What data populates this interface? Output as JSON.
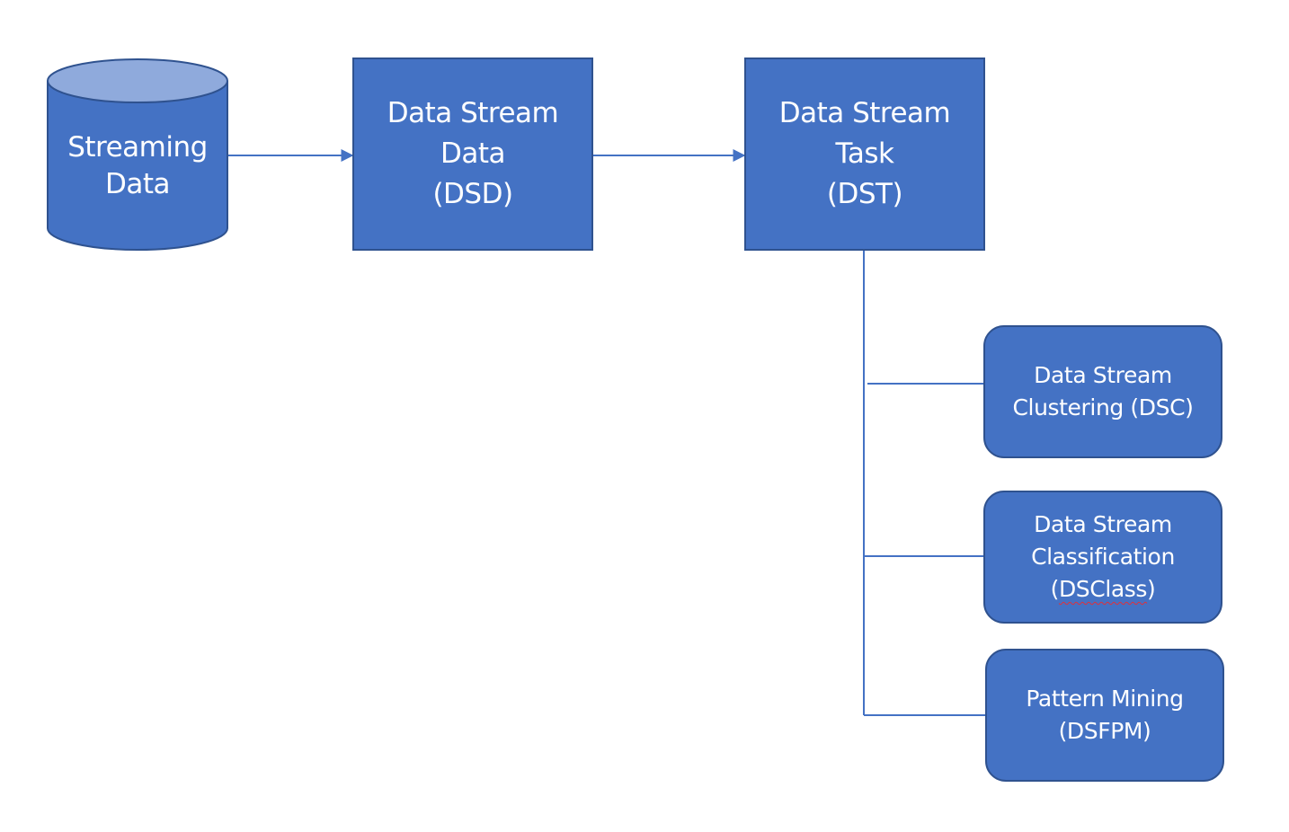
{
  "colors": {
    "fill": "#4472c4",
    "stroke": "#2f528f",
    "cylinder_top": "#8faadc",
    "connector": "#4472c4",
    "text": "#ffffff"
  },
  "nodes": {
    "streaming_data": {
      "line1": "Streaming",
      "line2": "Data"
    },
    "dsd": {
      "line1": "Data Stream",
      "line2": "Data",
      "line3": "(DSD)"
    },
    "dst": {
      "line1": "Data Stream",
      "line2": "Task",
      "line3": "(DST)"
    },
    "dsc": {
      "line1": "Data Stream",
      "line2": "Clustering (DSC)"
    },
    "dsclass": {
      "line1": "Data Stream",
      "line2": "Classification",
      "line3_open": "(",
      "line3_word": "DSClass",
      "line3_close": ")"
    },
    "dsfpm": {
      "line1": "Pattern Mining",
      "line2": "(DSFPM)"
    }
  }
}
